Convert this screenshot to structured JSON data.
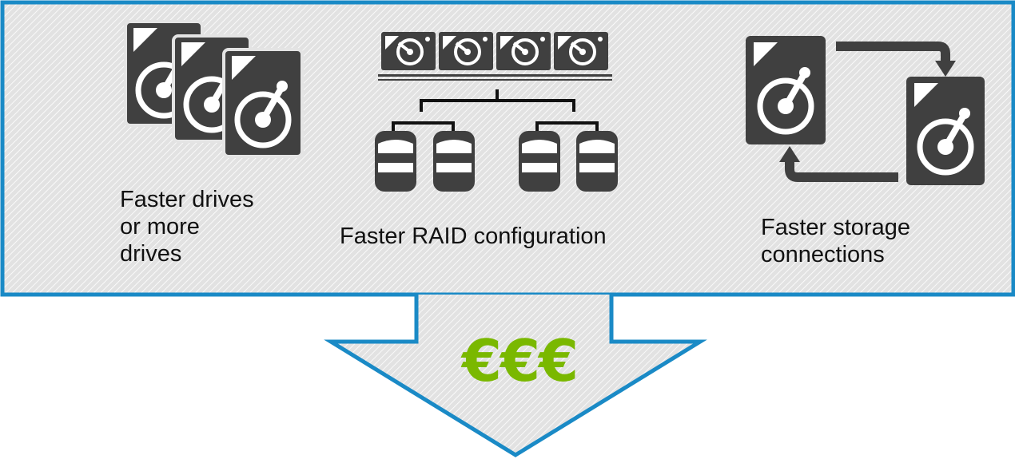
{
  "options": [
    {
      "id": "drives",
      "line1": "Faster drives",
      "line2": "or more",
      "line3": "drives",
      "icon": "hard-drives-stack-icon"
    },
    {
      "id": "raid",
      "line1": "Faster RAID configuration",
      "icon": "raid-array-icon"
    },
    {
      "id": "storage",
      "line1": "Faster storage",
      "line2": "connections",
      "icon": "storage-connection-icon"
    }
  ],
  "cost": {
    "label": "€€€",
    "color": "#7ab800"
  },
  "colors": {
    "border": "#1a8ac6",
    "icon": "#404040",
    "panel": "#e4e4e4",
    "hatch": "#ffffff"
  }
}
